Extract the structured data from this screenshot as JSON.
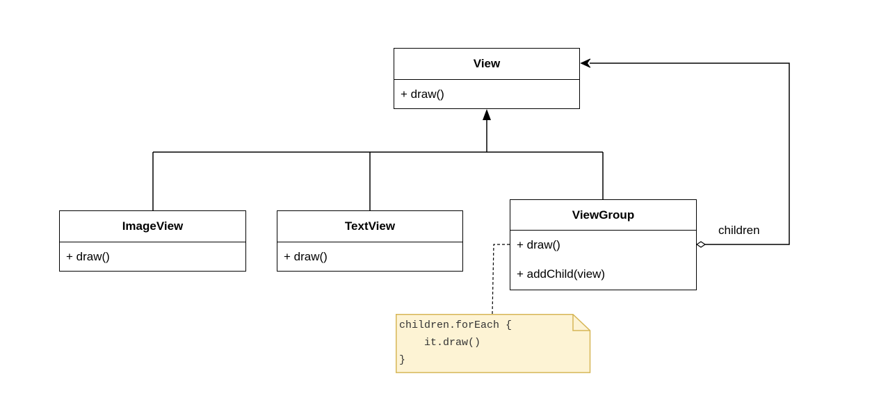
{
  "classes": {
    "view": {
      "name": "View",
      "methods": [
        "+ draw()"
      ]
    },
    "image_view": {
      "name": "ImageView",
      "methods": [
        "+ draw()"
      ]
    },
    "text_view": {
      "name": "TextView",
      "methods": [
        "+ draw()"
      ]
    },
    "view_group": {
      "name": "ViewGroup",
      "methods": [
        "+ draw()",
        "+ addChild(view)"
      ]
    }
  },
  "edges": {
    "aggregation_label": "children"
  },
  "note": {
    "text": "children.forEach {\n    it.draw()\n}",
    "fill": "#fdf3d4",
    "border": "#d6b656"
  }
}
